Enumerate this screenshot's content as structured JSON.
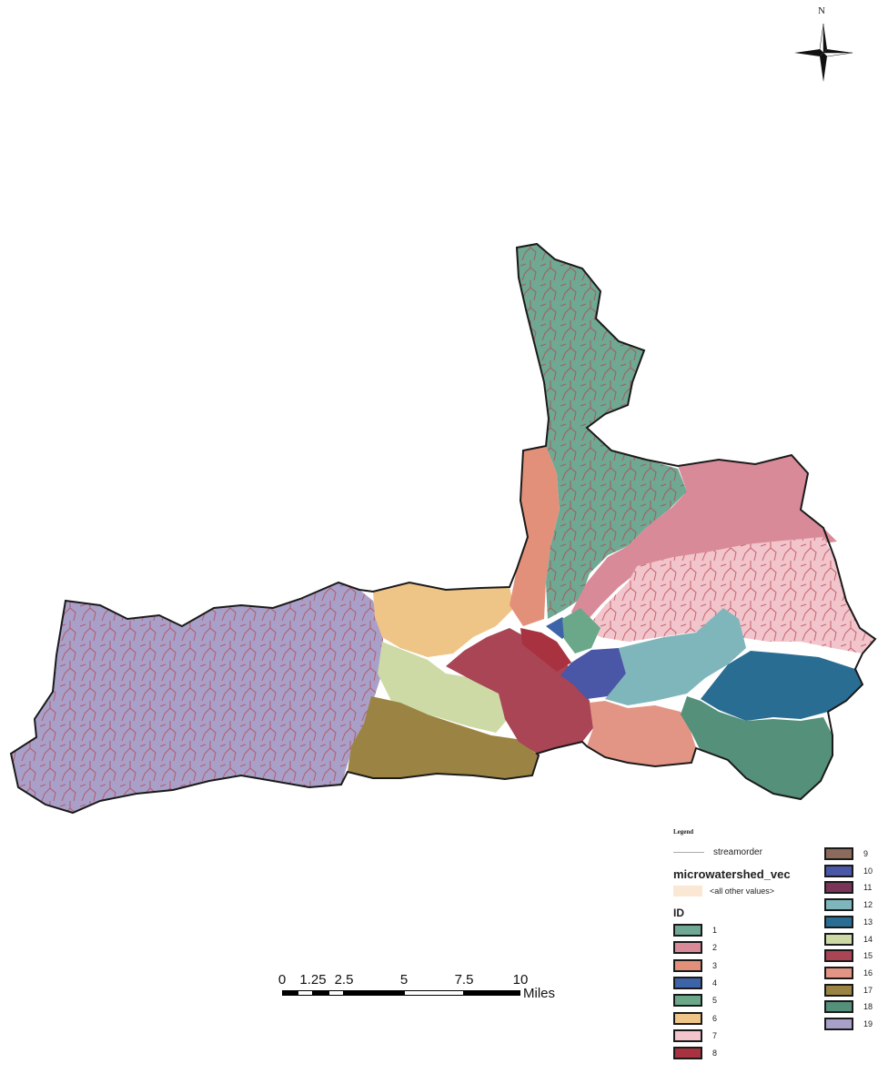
{
  "north_arrow": {
    "label": "N",
    "icon": "compass-rose-icon"
  },
  "legend": {
    "title": "Legend",
    "stream_label": "streamorder",
    "layer_name": "microwatershed_vec",
    "other_values_label": "<all other values>",
    "other_values_color": "#fbe8d4",
    "field_label": "ID",
    "classes": [
      {
        "id": "1",
        "color": "#6fa893"
      },
      {
        "id": "2",
        "color": "#d98a98"
      },
      {
        "id": "3",
        "color": "#e3907a"
      },
      {
        "id": "4",
        "color": "#3d63a8"
      },
      {
        "id": "5",
        "color": "#6aa889"
      },
      {
        "id": "6",
        "color": "#efc487"
      },
      {
        "id": "7",
        "color": "#f2c4cc"
      },
      {
        "id": "8",
        "color": "#a8323f"
      },
      {
        "id": "9",
        "color": "#8c6a5c"
      },
      {
        "id": "10",
        "color": "#4a56a6"
      },
      {
        "id": "11",
        "color": "#7a3458"
      },
      {
        "id": "12",
        "color": "#7fb6bb"
      },
      {
        "id": "13",
        "color": "#2a6d93"
      },
      {
        "id": "14",
        "color": "#cddaa6"
      },
      {
        "id": "15",
        "color": "#a94554"
      },
      {
        "id": "16",
        "color": "#e39585"
      },
      {
        "id": "17",
        "color": "#9b8443"
      },
      {
        "id": "18",
        "color": "#55907a"
      },
      {
        "id": "19",
        "color": "#a9a0c9"
      }
    ]
  },
  "scale_bar": {
    "ticks": [
      "0",
      "1.25",
      "2.5",
      "5",
      "7.5",
      "10"
    ],
    "units": "Miles"
  },
  "stream_color": "#b4424b"
}
